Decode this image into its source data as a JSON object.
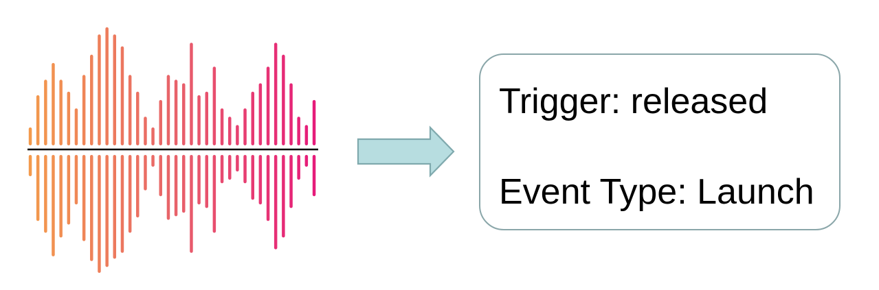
{
  "waveform": {
    "icon": "audio-waveform-icon",
    "gradient_colors": [
      "#f39a4c",
      "#e8636a",
      "#e61a7a"
    ],
    "baseline_color": "#000000",
    "bar_levels": [
      {
        "up": 0.15,
        "down": 0.18
      },
      {
        "up": 0.42,
        "down": 0.56
      },
      {
        "up": 0.55,
        "down": 0.66
      },
      {
        "up": 0.69,
        "down": 0.86
      },
      {
        "up": 0.55,
        "down": 0.7
      },
      {
        "up": 0.45,
        "down": 0.59
      },
      {
        "up": 0.31,
        "down": 0.42
      },
      {
        "up": 0.59,
        "down": 0.73
      },
      {
        "up": 0.76,
        "down": 0.9
      },
      {
        "up": 0.93,
        "down": 1.0
      },
      {
        "up": 0.99,
        "down": 0.95
      },
      {
        "up": 0.93,
        "down": 0.88
      },
      {
        "up": 0.83,
        "down": 0.83
      },
      {
        "up": 0.59,
        "down": 0.66
      },
      {
        "up": 0.45,
        "down": 0.53
      },
      {
        "up": 0.24,
        "down": 0.3
      },
      {
        "up": 0.15,
        "down": 0.1
      },
      {
        "up": 0.38,
        "down": 0.35
      },
      {
        "up": 0.59,
        "down": 0.55
      },
      {
        "up": 0.55,
        "down": 0.52
      },
      {
        "up": 0.52,
        "down": 0.49
      },
      {
        "up": 0.86,
        "down": 0.83
      },
      {
        "up": 0.42,
        "down": 0.42
      },
      {
        "up": 0.45,
        "down": 0.45
      },
      {
        "up": 0.66,
        "down": 0.66
      },
      {
        "up": 0.31,
        "down": 0.24
      },
      {
        "up": 0.24,
        "down": 0.21
      },
      {
        "up": 0.17,
        "down": 0.14
      },
      {
        "up": 0.31,
        "down": 0.24
      },
      {
        "up": 0.45,
        "down": 0.38
      },
      {
        "up": 0.52,
        "down": 0.42
      },
      {
        "up": 0.66,
        "down": 0.56
      },
      {
        "up": 0.86,
        "down": 0.8
      },
      {
        "up": 0.76,
        "down": 0.7
      },
      {
        "up": 0.52,
        "down": 0.45
      },
      {
        "up": 0.24,
        "down": 0.21
      },
      {
        "up": 0.17,
        "down": 0.1
      },
      {
        "up": 0.38,
        "down": 0.35
      }
    ]
  },
  "arrow": {
    "icon": "right-arrow-icon",
    "fill": "#b7dde0",
    "stroke": "#7fa9ad"
  },
  "result": {
    "trigger_line": "Trigger: released",
    "event_type_line": "Event Type: Launch"
  }
}
